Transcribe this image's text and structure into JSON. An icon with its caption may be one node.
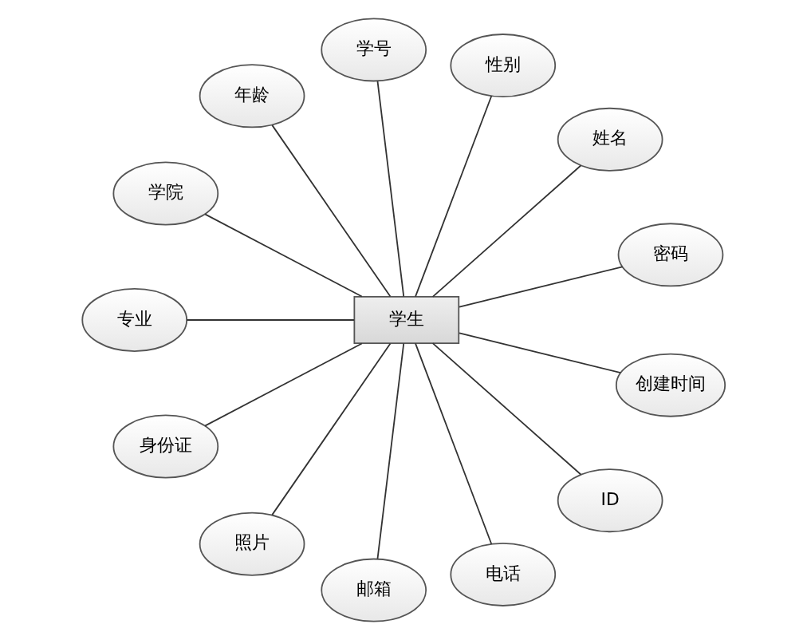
{
  "diagram": {
    "nodes": [
      {
        "text": [
          "学生"
        ]
      },
      {
        "text": [
          "密码"
        ]
      },
      {
        "text": [
          "姓名"
        ]
      },
      {
        "text": [
          "性别"
        ]
      },
      {
        "text": [
          "学号"
        ]
      },
      {
        "text": [
          "年龄"
        ]
      },
      {
        "text": [
          "学院"
        ]
      },
      {
        "text": [
          "专业"
        ]
      },
      {
        "text": [
          "身份证"
        ]
      },
      {
        "text": [
          "照片"
        ]
      },
      {
        "text": [
          "邮箱"
        ]
      },
      {
        "text": [
          "电话"
        ]
      },
      {
        "text": [
          "ID"
        ]
      },
      {
        "text": [
          "创建时间"
        ]
      }
    ],
    "edges": [
      {
        "from": 0,
        "to": 1,
        "arrow": "none"
      },
      {
        "from": 0,
        "to": 2,
        "arrow": "none"
      },
      {
        "from": 0,
        "to": 3,
        "arrow": "none"
      },
      {
        "from": 0,
        "to": 4,
        "arrow": "none"
      },
      {
        "from": 0,
        "to": 5,
        "arrow": "none"
      },
      {
        "from": 0,
        "to": 6,
        "arrow": "none"
      },
      {
        "from": 0,
        "to": 7,
        "arrow": "none"
      },
      {
        "from": 0,
        "to": 8,
        "arrow": "none"
      },
      {
        "from": 0,
        "to": 9,
        "arrow": "none"
      },
      {
        "from": 0,
        "to": 10,
        "arrow": "none"
      },
      {
        "from": 0,
        "to": 11,
        "arrow": "none"
      },
      {
        "from": 0,
        "to": 12,
        "arrow": "none"
      },
      {
        "from": 0,
        "to": 13,
        "arrow": "none"
      }
    ]
  }
}
